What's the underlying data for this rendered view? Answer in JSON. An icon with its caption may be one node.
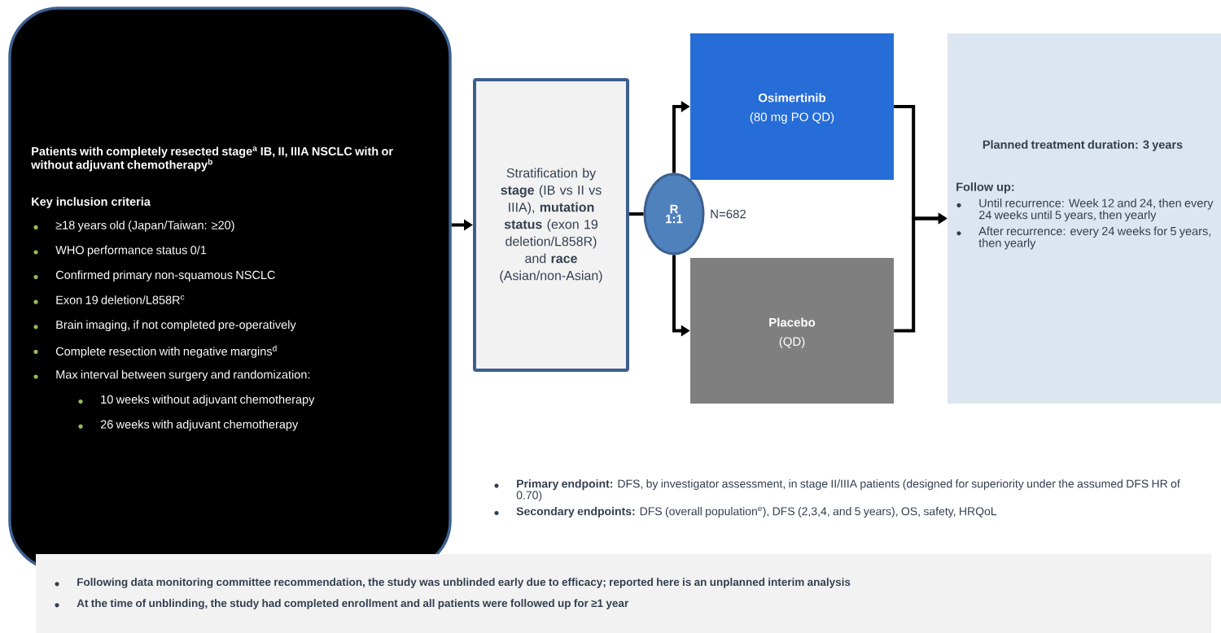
{
  "diagram": {
    "nodes": [
      {
        "text": [
          "Patients with completely resected stage$^{a}$ IB, II, IIIA NSCLC with or without adjuvant chemotherapy$^{b}$",
          "Key inclusion criteria",
          "≥18 years old (Japan/Taiwan: ≥20)",
          "WHO performance status 0/1",
          "Confirmed primary non-squamous NSCLC",
          "Exon 19 deletion/L858R$^{c}$",
          "Brain imaging, if not completed pre-operatively",
          "Complete resection with negative margins$^{d}$",
          "Max interval between surgery and randomization:",
          "10 weeks without adjuvant chemotherapy",
          "26 weeks with adjuvant chemotherapy"
        ]
      },
      {
        "text": [
          "Stratification by **stage** (IB vs II vs IIIA), **mutation status** (exon 19 deletion/L858R) and **race** (Asian/non-Asian)"
        ]
      },
      {
        "text": [
          "R 1:1"
        ],
        "beside": [
          "N=682"
        ]
      },
      {
        "text": [
          "Osimertinib",
          "(80 mg PO QD)"
        ]
      },
      {
        "text": [
          "Placebo",
          "(QD)"
        ]
      },
      {
        "text": [
          "Planned treatment duration: 3 years",
          "Follow up:",
          "Until recurrence: Week 12 and 24, then every 24 weeks until 5 years, then yearly",
          "After recurrence: every 24 weeks for 5 years, then yearly"
        ]
      },
      {
        "text": [
          "Following data monitoring committee recommendation, the study was unblinded early due to efficacy; reported here is an unplanned interim analysis",
          "At the time of unblinding, the study had completed enrollment and all patients were followed up for ≥1 year"
        ]
      }
    ],
    "edges": [
      {
        "from": 0,
        "to": 1,
        "arrow": "to"
      },
      {
        "from": 1,
        "to": 2,
        "arrow": "none"
      },
      {
        "from": 2,
        "to": 3,
        "arrow": "to"
      },
      {
        "from": 2,
        "to": 4,
        "arrow": "to"
      },
      {
        "from": 3,
        "to": 5,
        "arrow": "to"
      },
      {
        "from": 4,
        "to": 5,
        "arrow": "to"
      }
    ],
    "labels": [
      "**Primary endpoint:** DFS, by investigator assessment, in stage II/IIIA patients (designed for superiority under the assumed DFS HR of 0.70)",
      "**Secondary endpoints:** DFS (overall population$^{e}$), DFS (2,3,4, and 5 years), OS, safety, HRQoL"
    ]
  }
}
